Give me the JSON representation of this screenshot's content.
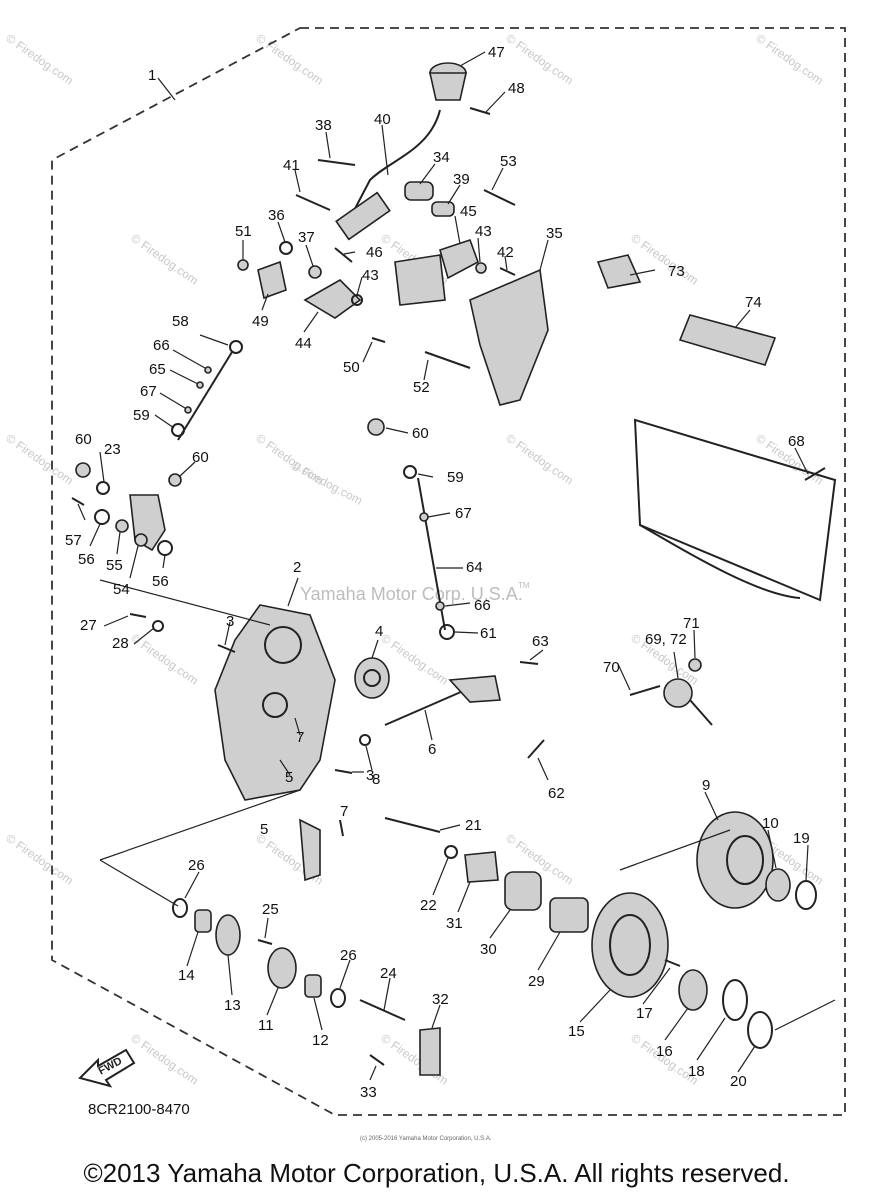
{
  "diagram": {
    "part_code": "8CR2100-8470",
    "fwd_label": "FWD",
    "watermark_center": "Yamaha Motor Corp. U.S.A.",
    "watermark_tm": "TM",
    "watermark_site": "© Firedog.com",
    "watermark_tile": "© Firedog.com",
    "tiny_credit": "(c) 2005-2016 Yamaha Motor Corporation, U.S.A.",
    "labels": [
      {
        "id": "1",
        "text": "1"
      },
      {
        "id": "2",
        "text": "2"
      },
      {
        "id": "3a",
        "text": "3"
      },
      {
        "id": "3b",
        "text": "3"
      },
      {
        "id": "4",
        "text": "4"
      },
      {
        "id": "5a",
        "text": "5"
      },
      {
        "id": "5b",
        "text": "5"
      },
      {
        "id": "6",
        "text": "6"
      },
      {
        "id": "7a",
        "text": "7"
      },
      {
        "id": "7b",
        "text": "7"
      },
      {
        "id": "8",
        "text": "8"
      },
      {
        "id": "9",
        "text": "9"
      },
      {
        "id": "10",
        "text": "10"
      },
      {
        "id": "11",
        "text": "11"
      },
      {
        "id": "12",
        "text": "12"
      },
      {
        "id": "13",
        "text": "13"
      },
      {
        "id": "14",
        "text": "14"
      },
      {
        "id": "15",
        "text": "15"
      },
      {
        "id": "16",
        "text": "16"
      },
      {
        "id": "17",
        "text": "17"
      },
      {
        "id": "18",
        "text": "18"
      },
      {
        "id": "19",
        "text": "19"
      },
      {
        "id": "20",
        "text": "20"
      },
      {
        "id": "21",
        "text": "21"
      },
      {
        "id": "22",
        "text": "22"
      },
      {
        "id": "23",
        "text": "23"
      },
      {
        "id": "24",
        "text": "24"
      },
      {
        "id": "25",
        "text": "25"
      },
      {
        "id": "26a",
        "text": "26"
      },
      {
        "id": "26b",
        "text": "26"
      },
      {
        "id": "27",
        "text": "27"
      },
      {
        "id": "28",
        "text": "28"
      },
      {
        "id": "29",
        "text": "29"
      },
      {
        "id": "30",
        "text": "30"
      },
      {
        "id": "31",
        "text": "31"
      },
      {
        "id": "32",
        "text": "32"
      },
      {
        "id": "33",
        "text": "33"
      },
      {
        "id": "34",
        "text": "34"
      },
      {
        "id": "35",
        "text": "35"
      },
      {
        "id": "36",
        "text": "36"
      },
      {
        "id": "37",
        "text": "37"
      },
      {
        "id": "38",
        "text": "38"
      },
      {
        "id": "39",
        "text": "39"
      },
      {
        "id": "40",
        "text": "40"
      },
      {
        "id": "41",
        "text": "41"
      },
      {
        "id": "42",
        "text": "42"
      },
      {
        "id": "43a",
        "text": "43"
      },
      {
        "id": "43b",
        "text": "43"
      },
      {
        "id": "44",
        "text": "44"
      },
      {
        "id": "45",
        "text": "45"
      },
      {
        "id": "46",
        "text": "46"
      },
      {
        "id": "47",
        "text": "47"
      },
      {
        "id": "48",
        "text": "48"
      },
      {
        "id": "49",
        "text": "49"
      },
      {
        "id": "50",
        "text": "50"
      },
      {
        "id": "51",
        "text": "51"
      },
      {
        "id": "52",
        "text": "52"
      },
      {
        "id": "53",
        "text": "53"
      },
      {
        "id": "54",
        "text": "54"
      },
      {
        "id": "55",
        "text": "55"
      },
      {
        "id": "56a",
        "text": "56"
      },
      {
        "id": "56b",
        "text": "56"
      },
      {
        "id": "57",
        "text": "57"
      },
      {
        "id": "58",
        "text": "58"
      },
      {
        "id": "59a",
        "text": "59"
      },
      {
        "id": "59b",
        "text": "59"
      },
      {
        "id": "60a",
        "text": "60"
      },
      {
        "id": "60b",
        "text": "60"
      },
      {
        "id": "60c",
        "text": "60"
      },
      {
        "id": "61",
        "text": "61"
      },
      {
        "id": "62",
        "text": "62"
      },
      {
        "id": "63",
        "text": "63"
      },
      {
        "id": "64",
        "text": "64"
      },
      {
        "id": "65",
        "text": "65"
      },
      {
        "id": "66a",
        "text": "66"
      },
      {
        "id": "66b",
        "text": "66"
      },
      {
        "id": "67a",
        "text": "67"
      },
      {
        "id": "67b",
        "text": "67"
      },
      {
        "id": "68",
        "text": "68"
      },
      {
        "id": "69_72",
        "text": "69, 72"
      },
      {
        "id": "70",
        "text": "70"
      },
      {
        "id": "71",
        "text": "71"
      },
      {
        "id": "73",
        "text": "73"
      },
      {
        "id": "74",
        "text": "74"
      }
    ]
  },
  "copyright": "©2013 Yamaha Motor Corporation, U.S.A. All rights reserved."
}
